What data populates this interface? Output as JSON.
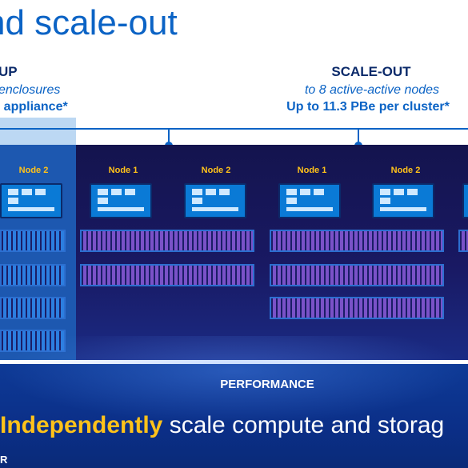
{
  "title": "nd scale-out",
  "scale_up": {
    "heading": "UP",
    "line1": "enclosures",
    "line2": "r appliance*"
  },
  "scale_out": {
    "heading": "SCALE-OUT",
    "line1": "to 8 active-active nodes",
    "line2": "Up to 11.3 PBe per cluster*"
  },
  "nodes": [
    {
      "label": "Node 2"
    },
    {
      "label": "Node 1"
    },
    {
      "label": "Node 2"
    },
    {
      "label": "Node 1"
    },
    {
      "label": "Node 2"
    }
  ],
  "performance_label": "PERFORMANCE",
  "tagline": {
    "bold": "Independently",
    "rest": " scale compute and storag"
  },
  "footer_letter": "R",
  "colors": {
    "accent_blue": "#0b63c5",
    "node_label_yellow": "#ffc21a",
    "panel_navy": "#191963",
    "drive_purple": "#7a52c8",
    "drive_blue": "#2c7ee0"
  }
}
